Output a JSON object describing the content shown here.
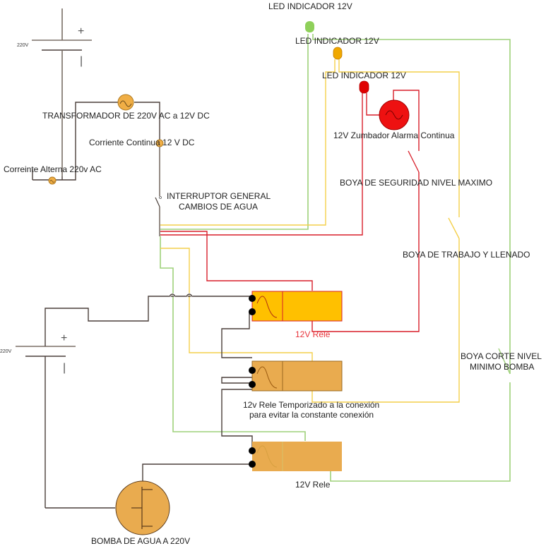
{
  "title": "Circuito control llenado de agua con boyas y relés",
  "colors": {
    "wire_ac": "#7a6e66",
    "wire_green": "#9ed17a",
    "wire_yellow": "#f4cf4a",
    "wire_red": "#d81f2a",
    "relay_1_fill": "#ffc000",
    "relay_2_fill": "#e9ab4f",
    "relay_3_fill": "#e9ab4f",
    "buzzer_fill": "#ee1111",
    "led_green": "#8fd05a",
    "led_amber": "#f0a800",
    "led_red": "#e00000",
    "pump_fill": "#e9ab4f"
  },
  "labels": {
    "source_top_voltage": "220V",
    "source_bottom_voltage": "220V",
    "plus_sign": "+",
    "minus_sign": "|",
    "transformer": "TRANSFORMADOR DE 220V AC a 12V DC",
    "dc_current": "Corriente Continua 12 V DC",
    "ac_current": "Correinte Alterna 220v AC",
    "main_switch_line1": "INTERRUPTOR GENERAL",
    "main_switch_line2": "CAMBIOS DE AGUA",
    "led_green": "LED INDICADOR 12V",
    "led_amber": "LED INDICADOR 12V",
    "led_red": "LED INDICADOR 12V",
    "buzzer": "12V Zumbador Alarma Continua",
    "float_max": "BOYA DE SEGURIDAD NIVEL MAXIMO",
    "float_work": "BOYA DE TRABAJO Y LLENADO",
    "float_min_line1": "BOYA CORTE NIVEL",
    "float_min_line2": "MINIMO BOMBA",
    "relay_1": "12V Rele",
    "relay_2_line1": "12v Rele Temporizado a la conexión",
    "relay_2_line2": "para evitar la constante conexión",
    "relay_3": "12V Rele",
    "pump": "BOMBA DE AGUA A 220V"
  },
  "components": [
    {
      "id": "source-top",
      "type": "ac-source",
      "voltage": "220V"
    },
    {
      "id": "transformer",
      "type": "transformer",
      "from": "220V AC",
      "to": "12V DC"
    },
    {
      "id": "main-switch",
      "type": "switch"
    },
    {
      "id": "led-green",
      "type": "led",
      "color": "green"
    },
    {
      "id": "led-amber",
      "type": "led",
      "color": "amber"
    },
    {
      "id": "led-red",
      "type": "led",
      "color": "red"
    },
    {
      "id": "buzzer",
      "type": "buzzer",
      "voltage": "12V"
    },
    {
      "id": "float-max",
      "type": "float-switch"
    },
    {
      "id": "float-work",
      "type": "float-switch"
    },
    {
      "id": "float-min",
      "type": "float-switch"
    },
    {
      "id": "relay-1",
      "type": "relay",
      "voltage": "12V"
    },
    {
      "id": "relay-2",
      "type": "relay",
      "voltage": "12V",
      "timed": true
    },
    {
      "id": "relay-3",
      "type": "relay",
      "voltage": "12V"
    },
    {
      "id": "source-bottom",
      "type": "ac-source",
      "voltage": "220V"
    },
    {
      "id": "pump",
      "type": "pump",
      "voltage": "220V"
    }
  ]
}
